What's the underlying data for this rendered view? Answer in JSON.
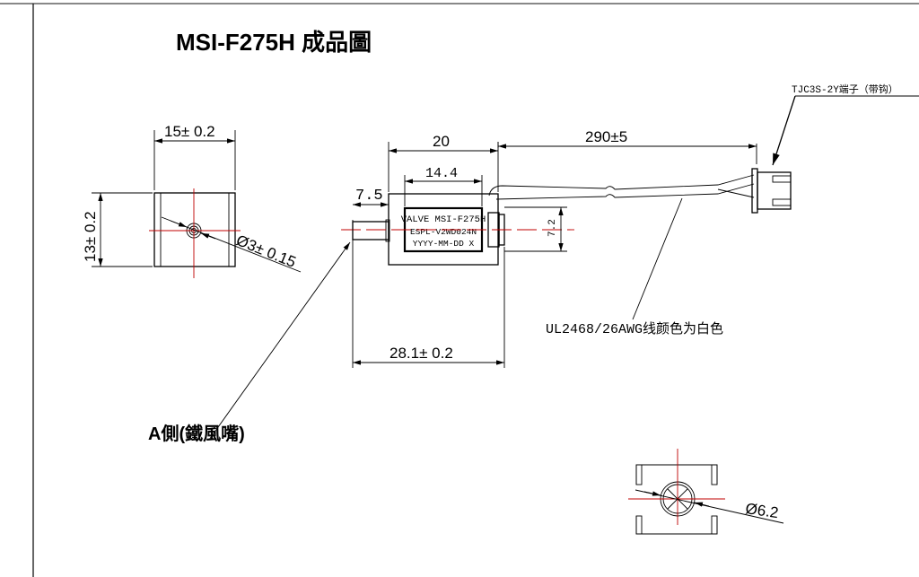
{
  "title": "MSI-F275H 成品圖",
  "end_view": {
    "width_dim": "15± 0.2",
    "height_dim": "13± 0.2",
    "port_dim": "Ø3± 0.15"
  },
  "side_view": {
    "body_length_dim": "20",
    "label_length_dim": "14.4",
    "nozzle_length_dim": "7.5",
    "overall_length_dim": "28.1± 0.2",
    "height_dim": "7.2",
    "cable_length_dim": "290±5",
    "label_lines": [
      "VALVE MSI-F275H",
      "ESPL-V2WD024N",
      "YYYY-MM-DD X"
    ]
  },
  "connector_note": "TJC3S-2Y端子（带钩）",
  "wire_note": "UL2468/26AWG线颜色为白色",
  "side_a_note": "A側(鐵風嘴)",
  "rear_view": {
    "diameter_dim": "Ø6.2"
  }
}
